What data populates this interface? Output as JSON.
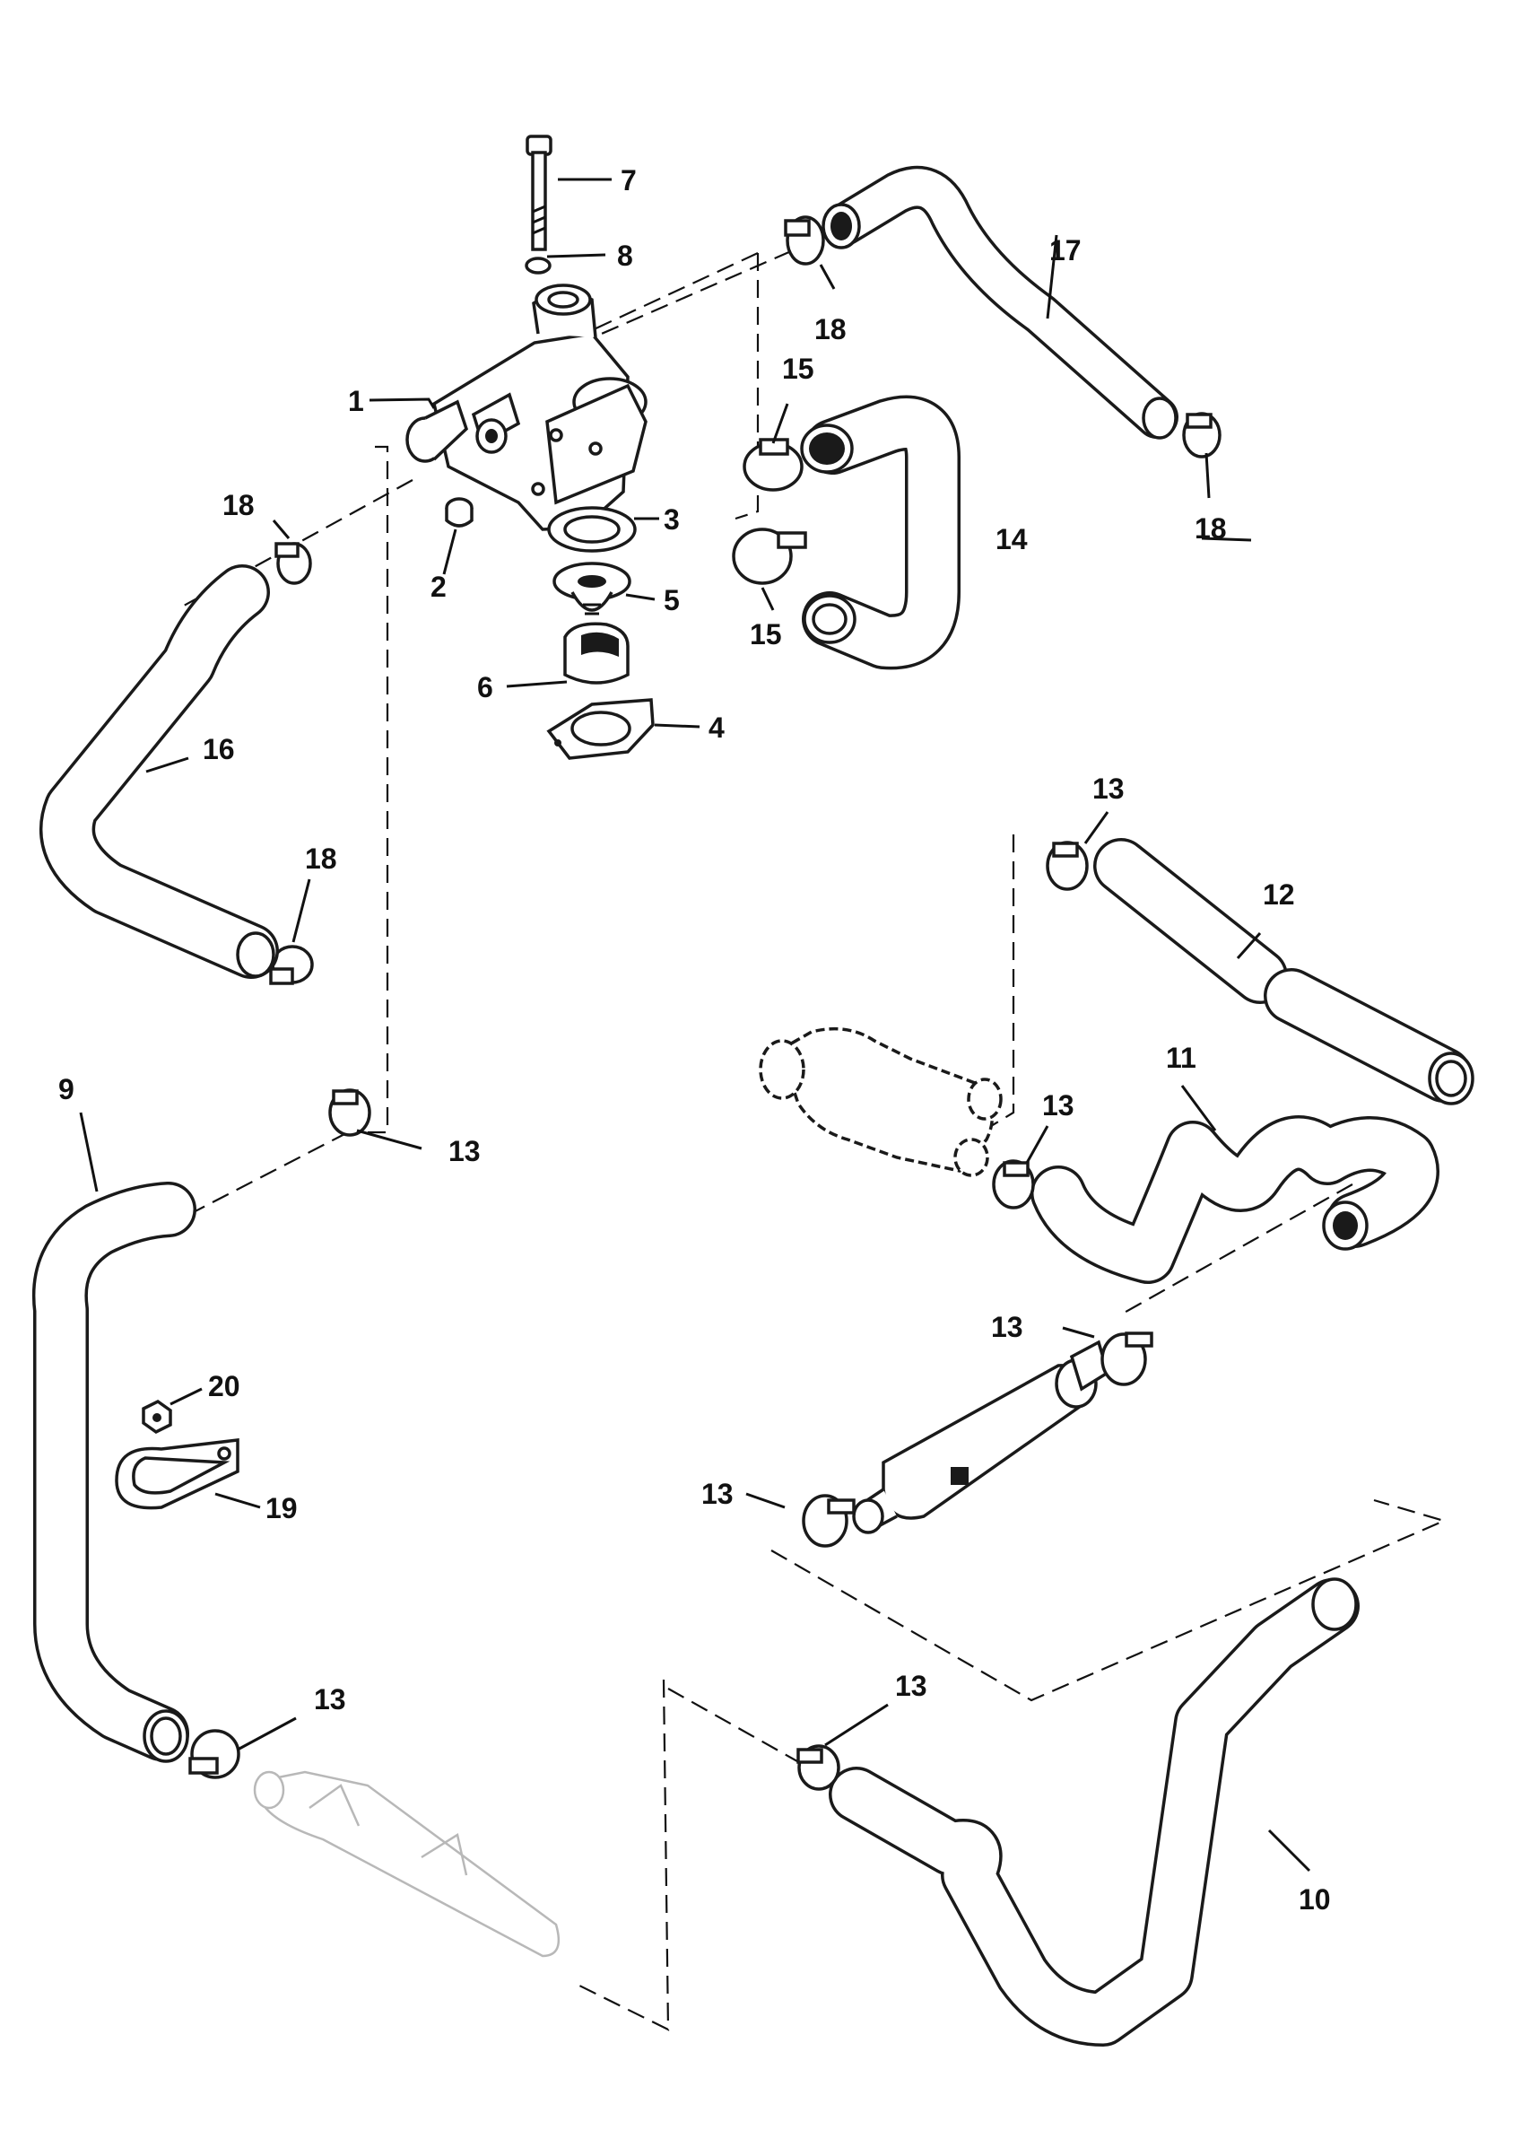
{
  "callouts": [
    {
      "key": "c1",
      "text": "1"
    },
    {
      "key": "c2",
      "text": "2"
    },
    {
      "key": "c3",
      "text": "3"
    },
    {
      "key": "c4",
      "text": "4"
    },
    {
      "key": "c5",
      "text": "5"
    },
    {
      "key": "c6",
      "text": "6"
    },
    {
      "key": "c7",
      "text": "7"
    },
    {
      "key": "c8",
      "text": "8"
    },
    {
      "key": "c9",
      "text": "9"
    },
    {
      "key": "c10",
      "text": "10"
    },
    {
      "key": "c11",
      "text": "11"
    },
    {
      "key": "c12",
      "text": "12"
    },
    {
      "key": "c13a",
      "text": "13"
    },
    {
      "key": "c13b",
      "text": "13"
    },
    {
      "key": "c13c",
      "text": "13"
    },
    {
      "key": "c13d",
      "text": "13"
    },
    {
      "key": "c13e",
      "text": "13"
    },
    {
      "key": "c13f",
      "text": "13"
    },
    {
      "key": "c13g",
      "text": "13"
    },
    {
      "key": "c14",
      "text": "14"
    },
    {
      "key": "c15a",
      "text": "15"
    },
    {
      "key": "c15b",
      "text": "15"
    },
    {
      "key": "c16",
      "text": "16"
    },
    {
      "key": "c17",
      "text": "17"
    },
    {
      "key": "c18a",
      "text": "18"
    },
    {
      "key": "c18b",
      "text": "18"
    },
    {
      "key": "c18c",
      "text": "18"
    },
    {
      "key": "c18d",
      "text": "18"
    },
    {
      "key": "c19",
      "text": "19"
    },
    {
      "key": "c20",
      "text": "20"
    }
  ]
}
